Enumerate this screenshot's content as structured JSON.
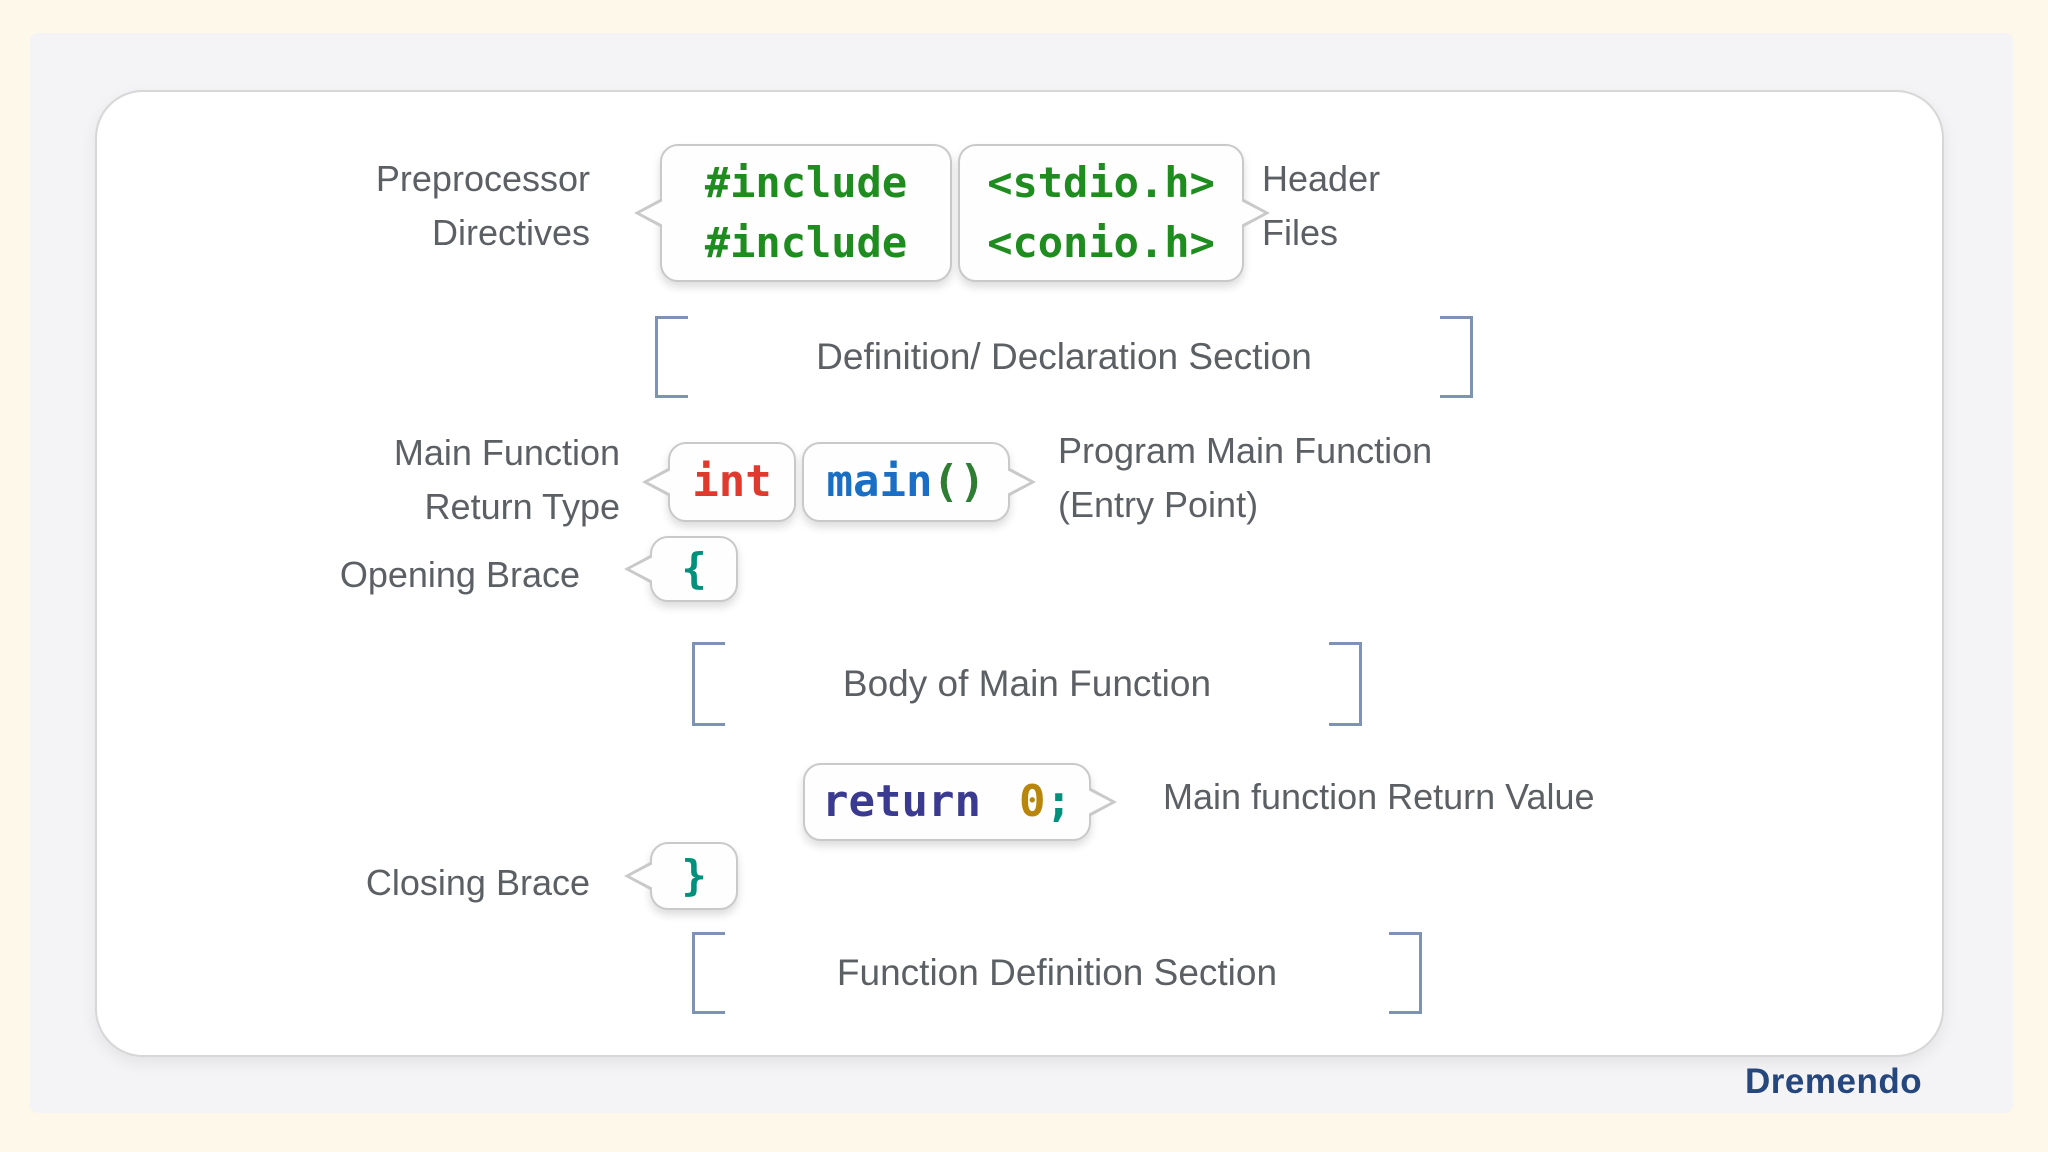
{
  "brand": "Dremendo",
  "row1": {
    "left_label": "Preprocessor\nDirectives",
    "include_code": "#include\n#include",
    "headers_code": "<stdio.h>\n<conio.h>",
    "right_label": "Header\nFiles"
  },
  "sections": {
    "declaration": "Definition/ Declaration Section",
    "body": "Body of Main Function",
    "function_definition": "Function Definition Section"
  },
  "main_row": {
    "left_label": "Main Function\nReturn Type",
    "int_token": "int",
    "main_token": "main",
    "parens_token": "()",
    "right_label": "Program Main Function\n(Entry Point)"
  },
  "braces": {
    "opening_label": "Opening Brace",
    "opening_token": "{",
    "closing_label": "Closing Brace",
    "closing_token": "}"
  },
  "return_row": {
    "keyword": "return",
    "value": "0",
    "terminator": ";",
    "label": "Main function Return Value"
  },
  "colors": {
    "background_cream": "#fdf8e9",
    "panel_gray": "#f4f4f6",
    "label_gray": "#5c6065",
    "bracket_blue": "#7d92b5",
    "code_green": "#1e8c1e",
    "code_red": "#e03a2f",
    "code_blue": "#1a6fc4",
    "code_paren_green": "#2e7d32",
    "code_navy": "#3a3a90",
    "code_gold": "#b8860b",
    "code_teal": "#00917c",
    "brand_navy": "#26477e"
  }
}
